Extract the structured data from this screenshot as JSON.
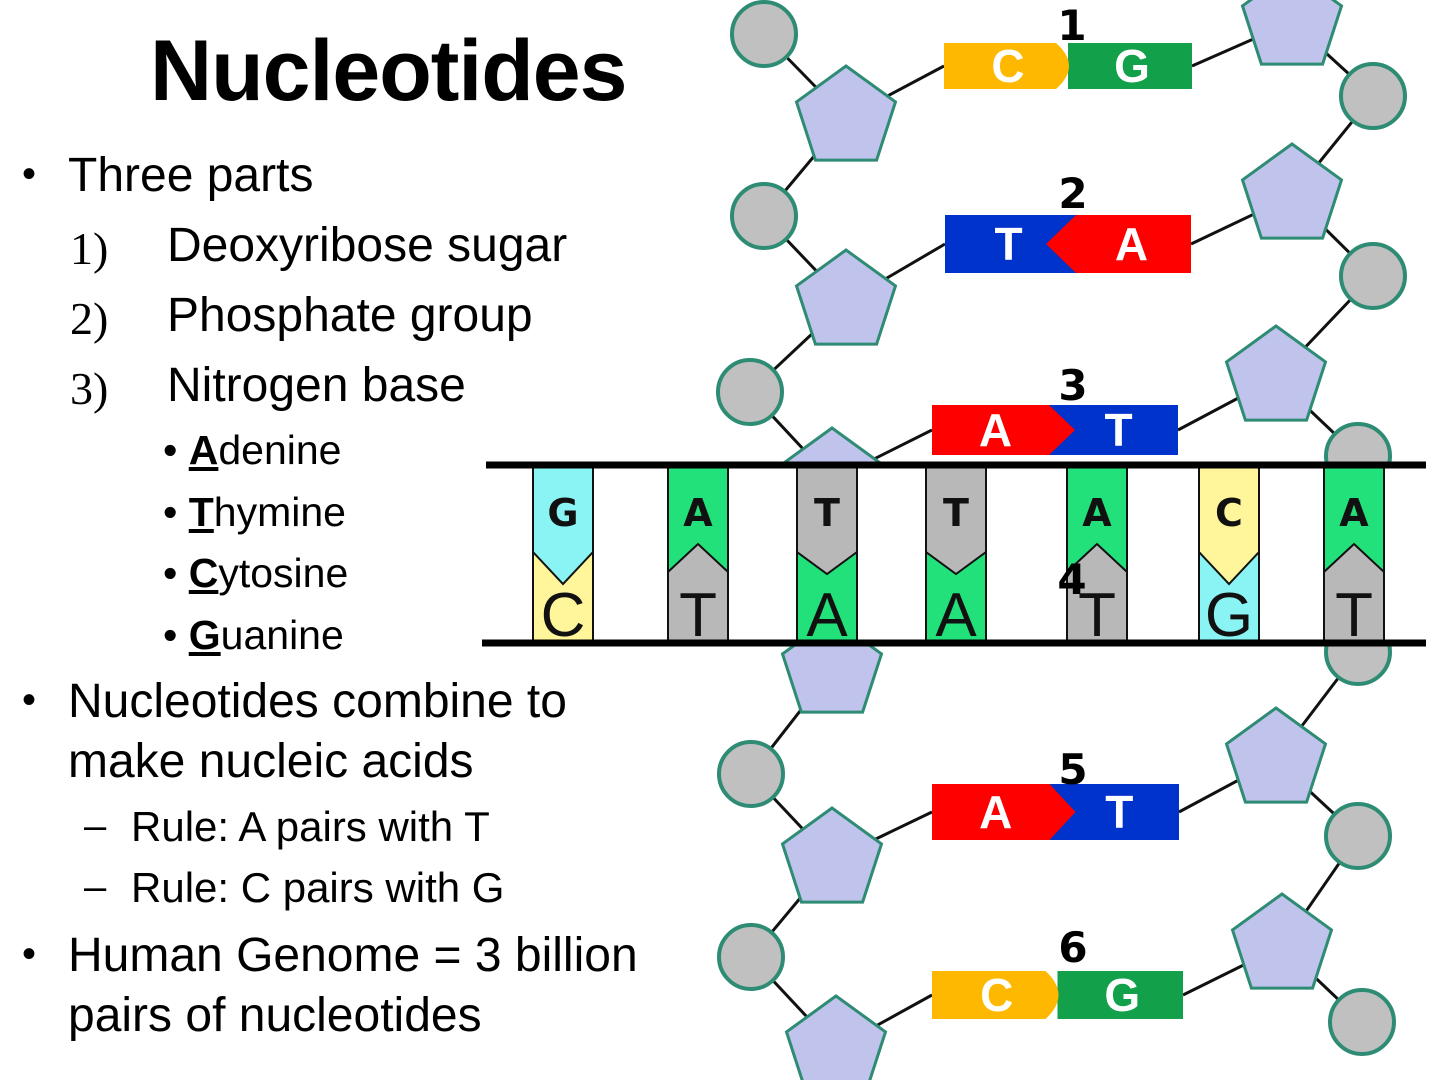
{
  "title": "Nucleotides",
  "bullets": {
    "three_parts": "Three parts",
    "parts": [
      {
        "num": "1)",
        "label": "Deoxyribose sugar"
      },
      {
        "num": "2)",
        "label": "Phosphate group"
      },
      {
        "num": "3)",
        "label": "Nitrogen base"
      }
    ],
    "bases": [
      {
        "initial": "A",
        "rest": "denine"
      },
      {
        "initial": "T",
        "rest": "hymine"
      },
      {
        "initial": "C",
        "rest": "ytosine"
      },
      {
        "initial": "G",
        "rest": "uanine"
      }
    ],
    "combine_line1": "Nucleotides combine to",
    "combine_line2": "make nucleic acids",
    "rules": [
      "Rule: A pairs with T",
      "Rule: C pairs with G"
    ],
    "genome_line1": "Human Genome = 3 billion",
    "genome_line2": "pairs of nucleotides"
  },
  "helix_pairs": [
    {
      "number": "1",
      "left": "C",
      "right": "G"
    },
    {
      "number": "2",
      "left": "T",
      "right": "A"
    },
    {
      "number": "3",
      "left": "A",
      "right": "T"
    },
    {
      "number": "4",
      "left": "",
      "right": ""
    },
    {
      "number": "5",
      "left": "A",
      "right": "T"
    },
    {
      "number": "6",
      "left": "C",
      "right": "G"
    }
  ],
  "strand": {
    "top": [
      "G",
      "A",
      "T",
      "T",
      "A",
      "C",
      "A"
    ],
    "bottom": [
      "C",
      "T",
      "A",
      "A",
      "T",
      "G",
      "T"
    ]
  },
  "colors": {
    "A": "#22e07a",
    "T": "#b8b8b8",
    "C": "#fff59a",
    "G": "#8af4f4",
    "helix_A": "#ff0000",
    "helix_T": "#0033cc",
    "helix_C": "#ffb800",
    "helix_G": "#12a04a",
    "pentagon": "#c0c4ec",
    "pentagon_stroke": "#2e8b74",
    "phosphate": "#c0c0c0"
  }
}
